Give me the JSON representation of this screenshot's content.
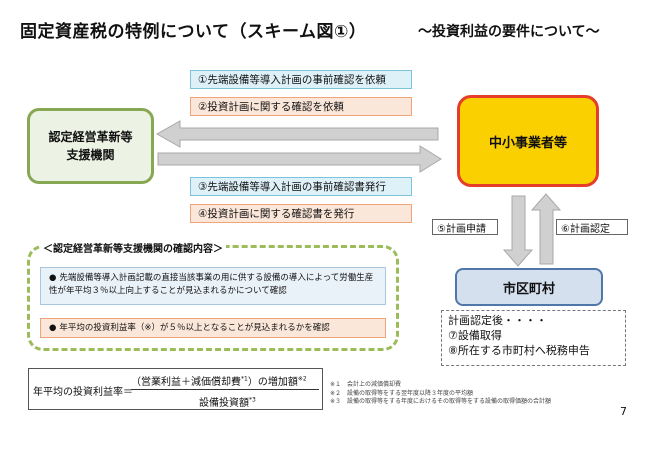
{
  "header": {
    "title": "固定資産税の特例について（スキーム図①）",
    "subtitle": "～投資利益の要件について～"
  },
  "nodes": {
    "authority": "認定経営革新等\n支援機関",
    "sme": "中小事業者等",
    "city": "市区町村"
  },
  "steps": {
    "s1": "①先端設備等導入計画の事前確認を依頼",
    "s2": "②投資計画に関する確認を依頼",
    "s3": "③先端設備等導入計画の事前確認書発行",
    "s4": "④投資計画に関する確認書を発行",
    "s5": "⑤計画申請",
    "s6": "⑥計画認定"
  },
  "after_approval": {
    "heading": "計画認定後・・・・",
    "line1": "⑦設備取得",
    "line2": "⑧所在する市町村へ税務申告"
  },
  "review": {
    "title": "＜認定経営革新等支援機関の確認内容＞",
    "criterion1": "先端設備等導入計画記載の直接当該事業の用に供する設備の導入によって労働生産性が年平均３％以上向上することが見込まれるかについて確認",
    "criterion2": "年平均の投資利益率（※）が５％以上となることが見込まれるかを確認",
    "bullet": "●"
  },
  "formula": {
    "label": "年平均の投資利益率＝",
    "numerator": "（営業利益＋減価償却費",
    "numerator_sup1": "*1",
    "numerator_tail": "）の増加額",
    "numerator_sup2": "※2",
    "denominator": "設備投資額",
    "denominator_sup": "*3"
  },
  "footnotes": {
    "n1": "※１　会計上の減価償却費",
    "n2": "※２　設備の取得等をする翌年度以降３年度の平均額",
    "n3": "※３　設備の取得等をする年度におけるその取得等をする設備の取得価額の合計額"
  },
  "page_number": "7",
  "colors": {
    "authority_border": "#86a852",
    "sme_fill": "#fbd000",
    "sme_border": "#e43d28",
    "city_fill": "#d5e0ef",
    "arrow": "#c8c8c8"
  }
}
